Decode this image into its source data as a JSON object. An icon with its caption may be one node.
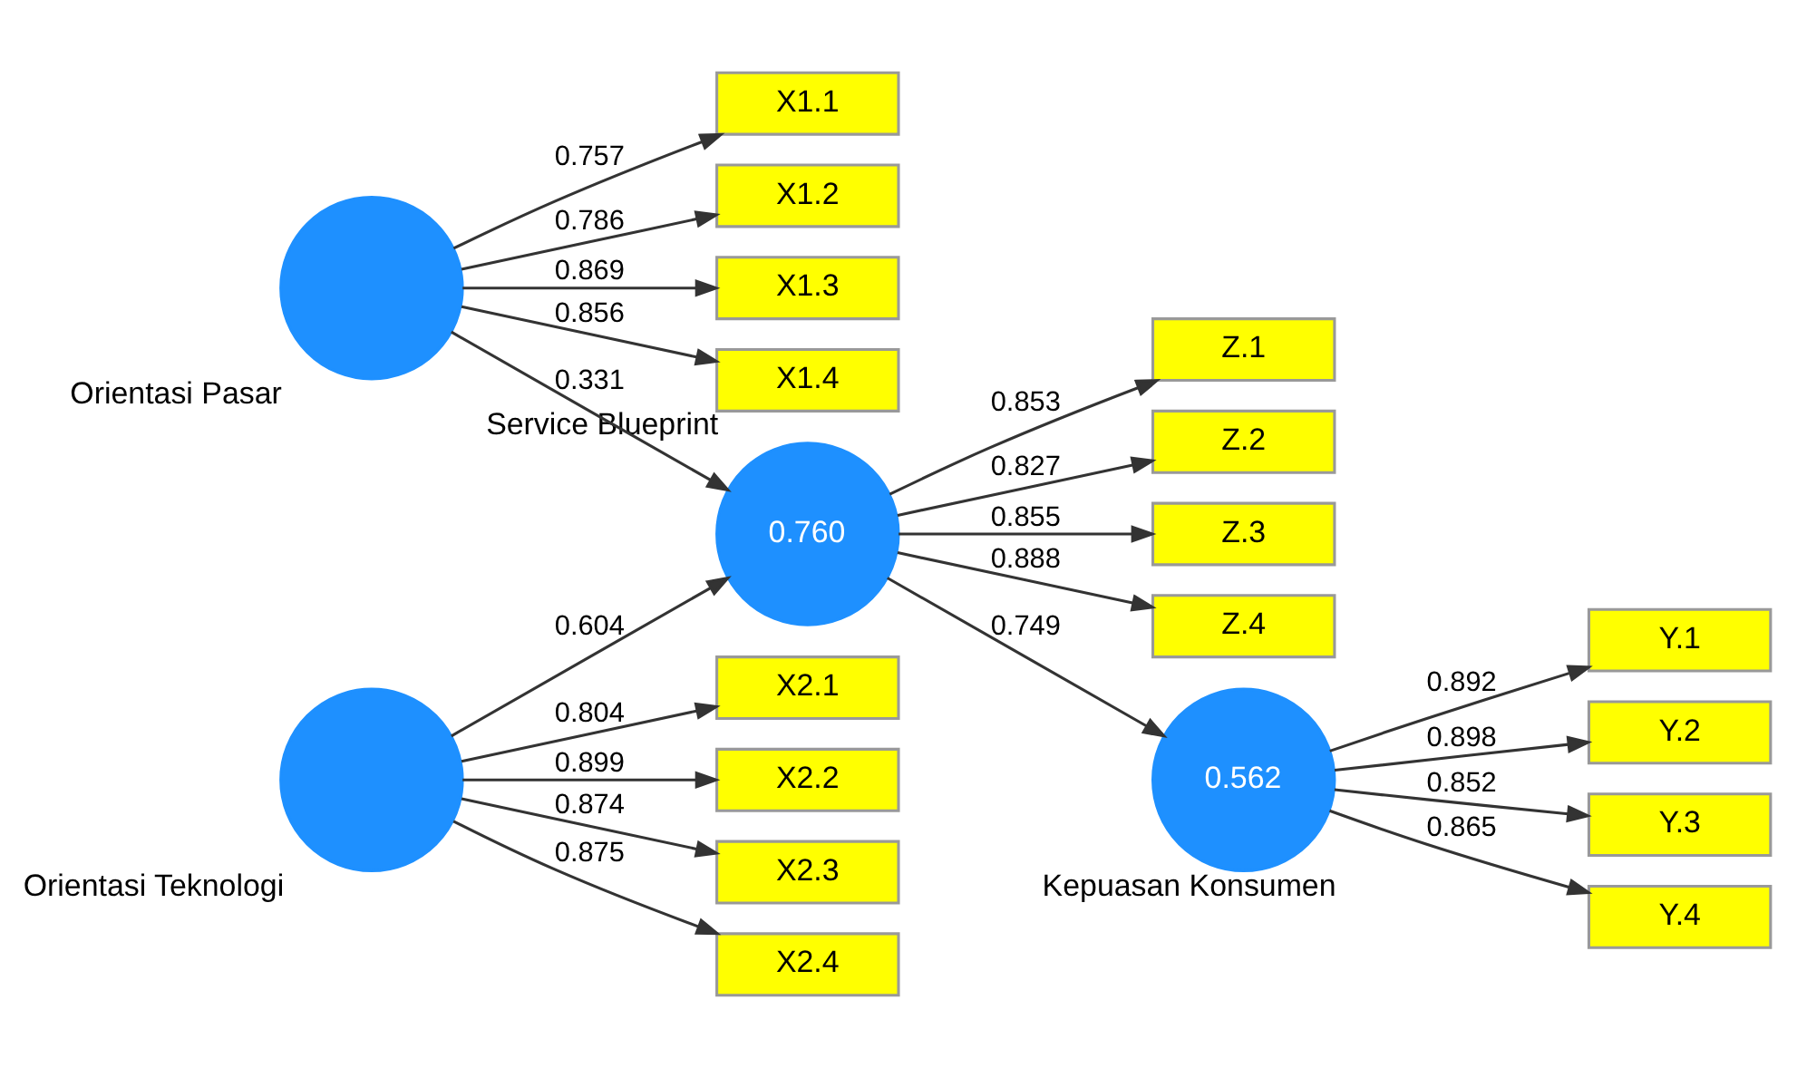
{
  "diagram": {
    "nodes": [
      {
        "text": [
          "X1.1"
        ]
      },
      {
        "text": [
          "X1.2"
        ]
      },
      {
        "text": [
          "X1.3"
        ]
      },
      {
        "text": [
          "X1.4"
        ]
      },
      {
        "text": [],
        "shape": "circle",
        "beside": [
          "Orientasi Pasar"
        ]
      },
      {
        "text": [
          "Z.1"
        ]
      },
      {
        "text": [
          "Z.2"
        ]
      },
      {
        "text": [
          "Z.3"
        ]
      },
      {
        "text": [
          "Z.4"
        ]
      },
      {
        "text": [
          "0.760"
        ],
        "beside": [
          "Service Blueprint"
        ]
      },
      {
        "text": [
          "0.562"
        ],
        "beside": [
          "Kepuasan Konsumen"
        ]
      },
      {
        "text": [
          "Y.1"
        ]
      },
      {
        "text": [
          "Y.2"
        ]
      },
      {
        "text": [
          "Y.3"
        ]
      },
      {
        "text": [
          "Y.4"
        ]
      },
      {
        "text": [
          "X2.1"
        ]
      },
      {
        "text": [
          "X2.2"
        ]
      },
      {
        "text": [
          "X2.3"
        ]
      },
      {
        "text": [
          "X2.4"
        ]
      },
      {
        "text": [],
        "shape": "circle",
        "beside": [
          "Orientasi Teknologi"
        ]
      }
    ],
    "edges": [
      {
        "from": 4,
        "to": 0,
        "arrow": "to",
        "label": "0.757"
      },
      {
        "from": 4,
        "to": 1,
        "arrow": "to",
        "label": "0.786"
      },
      {
        "from": 4,
        "to": 2,
        "arrow": "to",
        "label": "0.869"
      },
      {
        "from": 4,
        "to": 3,
        "arrow": "to",
        "label": "0.856"
      },
      {
        "from": 4,
        "to": 9,
        "arrow": "to",
        "label": "0.331"
      },
      {
        "from": 9,
        "to": 5,
        "arrow": "to",
        "label": "0.853"
      },
      {
        "from": 9,
        "to": 6,
        "arrow": "to",
        "label": "0.827"
      },
      {
        "from": 9,
        "to": 7,
        "arrow": "to",
        "label": "0.855"
      },
      {
        "from": 9,
        "to": 8,
        "arrow": "to",
        "label": "0.888"
      },
      {
        "from": 19,
        "to": 9,
        "arrow": "to",
        "label": "0.604"
      },
      {
        "from": 9,
        "to": 10,
        "arrow": "to",
        "label": "0.749"
      },
      {
        "from": 10,
        "to": 11,
        "arrow": "to",
        "label": "0.892"
      },
      {
        "from": 10,
        "to": 12,
        "arrow": "to",
        "label": "0.898"
      },
      {
        "from": 10,
        "to": 13,
        "arrow": "to",
        "label": "0.852"
      },
      {
        "from": 10,
        "to": 14,
        "arrow": "to",
        "label": "0.865"
      },
      {
        "from": 19,
        "to": 15,
        "arrow": "to",
        "label": "0.804"
      },
      {
        "from": 19,
        "to": 16,
        "arrow": "to",
        "label": "0.899"
      },
      {
        "from": 19,
        "to": 17,
        "arrow": "to",
        "label": "0.874"
      },
      {
        "from": 19,
        "to": 18,
        "arrow": "to",
        "label": "0.875"
      }
    ]
  }
}
